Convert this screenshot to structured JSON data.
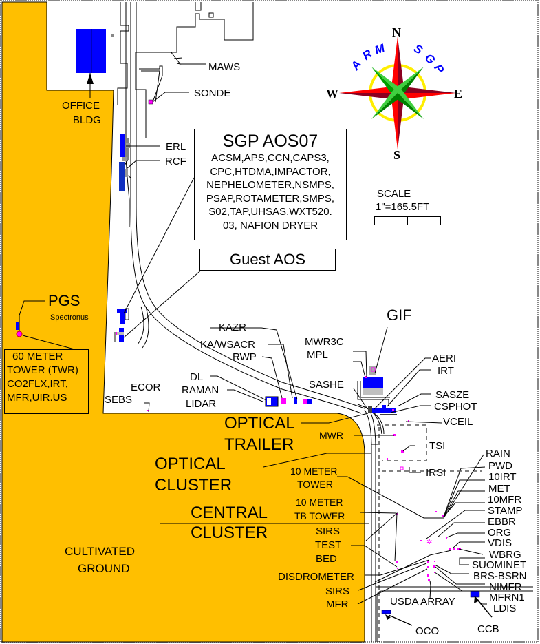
{
  "map": {
    "title_box": {
      "title": "SGP  AOS07",
      "lines": [
        "ACSM,APS,CCN,CAPS3,",
        "CPC,HTDMA,IMPACTOR,",
        "NEPHELOMETER,NSMPS,",
        "PSAP,ROTAMETER,SMPS,",
        "S02,TAP,UHSAS,WXT520.",
        "03, NAFION DRYER"
      ]
    },
    "guest_box": {
      "title": "Guest AOS"
    },
    "tower_box": {
      "lines": [
        "60 METER",
        "TOWER (TWR)",
        "CO2FLX,IRT,",
        "MFR,UIR.US"
      ]
    },
    "compass": {
      "north": "N",
      "south": "S",
      "east": "E",
      "west": "W",
      "arc_left": [
        "A",
        "R",
        "M"
      ],
      "arc_right": [
        "S",
        "G",
        "P"
      ]
    },
    "scale": {
      "label": "SCALE",
      "value": "1\"=165.5FT",
      "segments": 4
    },
    "colors": {
      "cultivated": "#ffbf00",
      "building": "#0000ff",
      "instrument": "#ff00ff",
      "trailer_gray": "#c0c0c0",
      "compass_red": "#ff0000",
      "compass_dark": "#8b0020",
      "compass_green": "#00a000",
      "compass_ring": "#ffee00"
    },
    "labels": {
      "office_1": "OFFICE",
      "office_2": "BLDG",
      "maws": "MAWS",
      "sonde": "SONDE",
      "erl": "ERL",
      "rcf": "RCF",
      "pgs": "PGS",
      "spectronus": "Spectronus",
      "ecor": "ECOR",
      "sebs": "SEBS",
      "kazr": "KAZR",
      "kawsacr": "KA/WSACR",
      "rwp": "RWP",
      "dl": "DL",
      "raman": "RAMAN",
      "lidar": "LIDAR",
      "gif": "GIF",
      "mwr3c": "MWR3C",
      "mpl": "MPL",
      "sashe": "SASHE",
      "aeri": "AERI",
      "irt": "IRT",
      "sasze": "SASZE",
      "csphot": "CSPHOT",
      "vceil": "VCEIL",
      "optical_trailer_1": "OPTICAL",
      "optical_trailer_2": "TRAILER",
      "mwr": "MWR",
      "tsi": "TSI",
      "optical_cluster_1": "OPTICAL",
      "optical_cluster_2": "CLUSTER",
      "irsi": "IRSI",
      "rain": "RAIN",
      "pwd": "PWD",
      "tenirt": "10IRT",
      "met": "MET",
      "tenmfr": "10MFR",
      "stamp": "STAMP",
      "ebbr": "EBBR",
      "org": "ORG",
      "vdis": "VDIS",
      "wbrg": "WBRG",
      "suominet": "SUOMINET",
      "brsbsrn": "BRS-BSRN",
      "nimfr": "NIMFR",
      "mfrn1": "MFRN1",
      "ldis": "LDIS",
      "ccb": "CCB",
      "oco": "OCO",
      "usda": "USDA ARRAY",
      "ten_tower_1": "10 METER",
      "ten_tower_2": "TOWER",
      "tb_tower_1": "10 METER",
      "tb_tower_2": "TB TOWER",
      "central_1": "CENTRAL",
      "central_2": "CLUSTER",
      "sirs_test_1": "SIRS",
      "sirs_test_2": "TEST",
      "sirs_test_3": "BED",
      "disdrometer": "DISDROMETER",
      "sirs": "SIRS",
      "mfr": "MFR",
      "cultivated_1": "CULTIVATED",
      "cultivated_2": "GROUND",
      "dots": ". .  . ."
    }
  }
}
